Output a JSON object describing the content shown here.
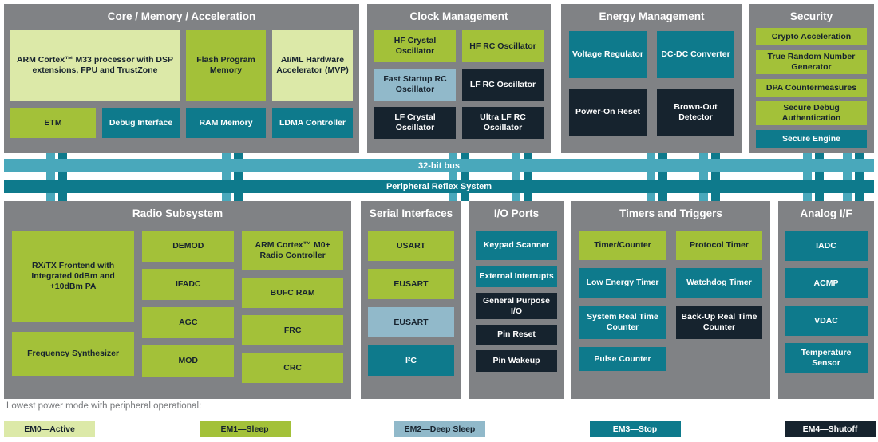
{
  "panels": {
    "core": {
      "title": "Core / Memory / Acceleration",
      "blocks": {
        "arm_m33": "ARM Cortex™ M33 processor with DSP extensions, FPU and TrustZone",
        "flash": "Flash Program Memory",
        "aiml": "AI/ML Hardware Accelerator (MVP)",
        "etm": "ETM",
        "debug": "Debug Interface",
        "ram": "RAM Memory",
        "ldma": "LDMA Controller"
      }
    },
    "clock": {
      "title": "Clock Management",
      "blocks": {
        "hf_crystal": "HF Crystal Oscillator",
        "hf_rc": "HF RC Oscillator",
        "fast_startup_rc": "Fast Startup RC Oscillator",
        "lf_rc": "LF RC Oscillator",
        "lf_crystal": "LF Crystal Oscillator",
        "ultra_lf_rc": "Ultra LF RC Oscillator"
      }
    },
    "energy": {
      "title": "Energy Management",
      "blocks": {
        "voltage_regulator": "Voltage Regulator",
        "dcdc": "DC-DC Converter",
        "power_on_reset": "Power-On Reset",
        "brown_out": "Brown-Out Detector"
      }
    },
    "security": {
      "title": "Security",
      "blocks": {
        "crypto": "Crypto Acceleration",
        "trng": "True Random Number Generator",
        "dpa": "DPA Countermeasures",
        "secure_debug": "Secure Debug Authentication",
        "secure_engine": "Secure Engine"
      }
    },
    "radio": {
      "title": "Radio Subsystem",
      "blocks": {
        "rxtx": "RX/TX Frontend with Integrated 0dBm and +10dBm PA",
        "freq_synth": "Frequency Synthesizer",
        "demod": "DEMOD",
        "ifadc": "IFADC",
        "agc": "AGC",
        "mod": "MOD",
        "m0_controller": "ARM Cortex™ M0+ Radio Controller",
        "bufc_ram": "BUFC RAM",
        "frc": "FRC",
        "crc": "CRC"
      }
    },
    "serial": {
      "title": "Serial Interfaces",
      "blocks": {
        "usart": "USART",
        "eusart1": "EUSART",
        "eusart2": "EUSART",
        "i2c": "I²C"
      }
    },
    "io": {
      "title": "I/O Ports",
      "blocks": {
        "keypad": "Keypad Scanner",
        "ext_int": "External Interrupts",
        "gpio": "General Purpose I/O",
        "pin_reset": "Pin Reset",
        "pin_wakeup": "Pin Wakeup"
      }
    },
    "timers": {
      "title": "Timers and Triggers",
      "blocks": {
        "timer_counter": "Timer/Counter",
        "protocol_timer": "Protocol Timer",
        "low_energy_timer": "Low Energy Timer",
        "watchdog_timer": "Watchdog Timer",
        "sys_rtc": "System Real Time Counter",
        "backup_rtc": "Back-Up Real Time Counter",
        "pulse_counter": "Pulse Counter"
      }
    },
    "analog": {
      "title": "Analog I/F",
      "blocks": {
        "iadc": "IADC",
        "acmp": "ACMP",
        "vdac": "VDAC",
        "temp_sensor": "Temperature Sensor"
      }
    }
  },
  "buses": {
    "bus32": "32-bit bus",
    "prs": "Peripheral Reflex System"
  },
  "legend": {
    "caption": "Lowest power mode with peripheral operational:",
    "items": [
      {
        "label": "EM0—Active",
        "color": "#dce9a8"
      },
      {
        "label": "EM1—Sleep",
        "color": "#a3c139"
      },
      {
        "label": "EM2—Deep Sleep",
        "color": "#91b9ca"
      },
      {
        "label": "EM3—Stop",
        "color": "#0e7a8c"
      },
      {
        "label": "EM4—Shutoff",
        "color": "#16232e"
      }
    ]
  },
  "colors": {
    "em0_active": "#dce9a8",
    "em1_sleep": "#a3c139",
    "em2_deep_sleep": "#91b9ca",
    "em3_stop": "#0e7a8c",
    "em4_shutoff": "#16232e",
    "panel_gray": "#808285",
    "bus_light": "#49a8bb",
    "bus_dark": "#0e7a8c"
  }
}
